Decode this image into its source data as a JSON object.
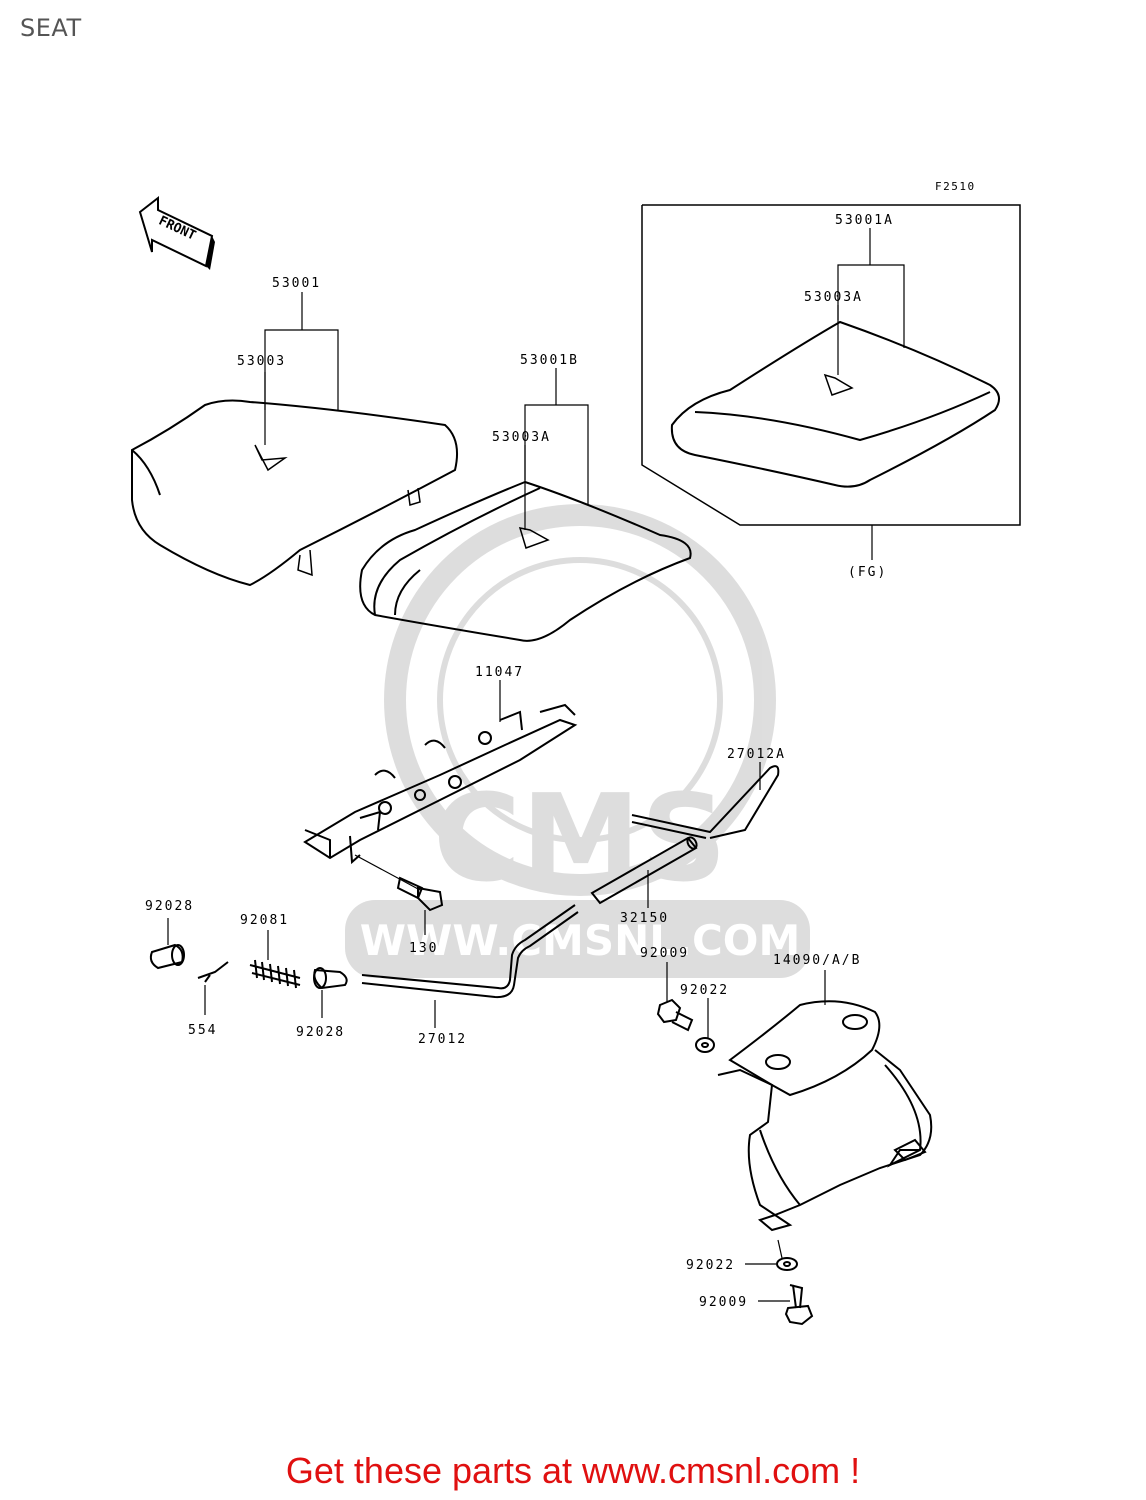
{
  "page": {
    "title": "SEAT",
    "ref_code": "F2510",
    "front_label": "FRONT",
    "fg_label": "(FG)",
    "footer": "Get these parts at www.cmsnl.com !"
  },
  "watermark": {
    "brand": "CMS",
    "url": "WWW.CMSNL.COM"
  },
  "parts": {
    "p53001": "53001",
    "p53003": "53003",
    "p53001B": "53001B",
    "p53003A": "53003A",
    "p53001A": "53001A",
    "p53003A_fg": "53003A",
    "p11047": "11047",
    "p27012A": "27012A",
    "p32150": "32150",
    "p130": "130",
    "p92028_a": "92028",
    "p92081": "92081",
    "p554": "554",
    "p92028_b": "92028",
    "p27012": "27012",
    "p92009_a": "92009",
    "p92022_a": "92022",
    "p14090": "14090/A/B",
    "p92022_b": "92022",
    "p92009_b": "92009"
  }
}
